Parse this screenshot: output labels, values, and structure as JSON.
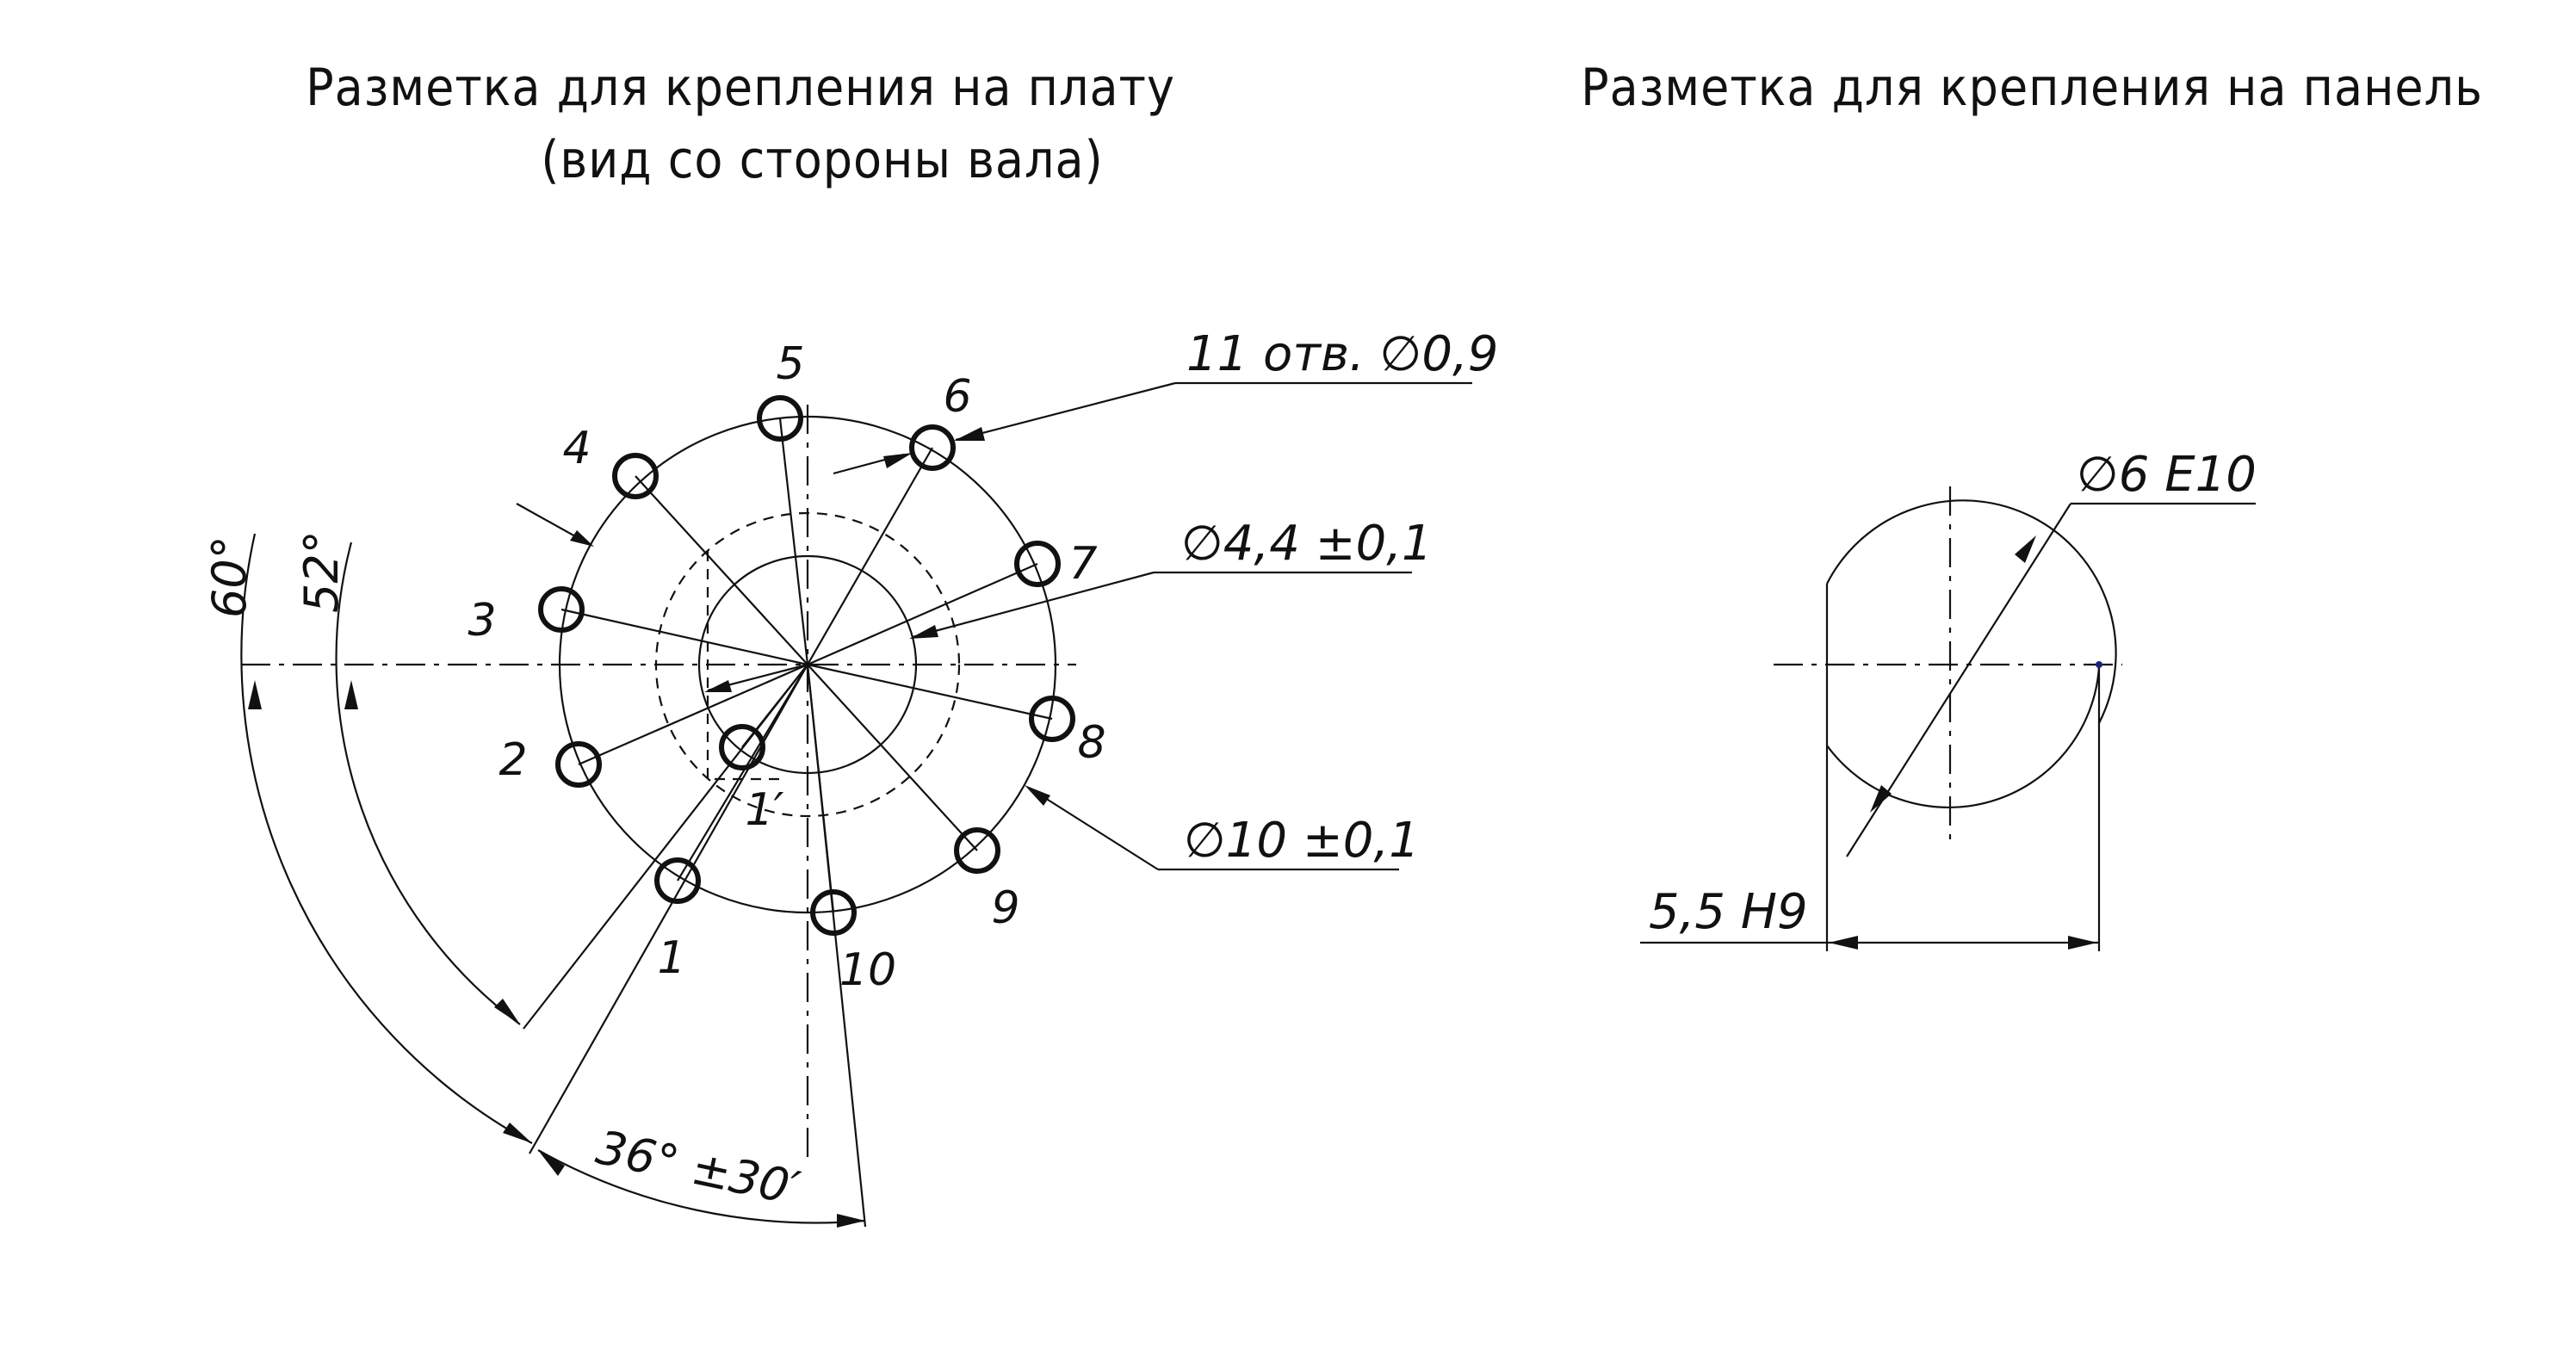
{
  "left_view": {
    "title_line1": "Разметка для крепления на плату",
    "title_line2": "(вид со стороны вала)",
    "holes_label": "11 отв. ∅0,9",
    "inner_dia_label": "∅4,4 ±0,1",
    "outer_dia_label": "∅10 ±0,1",
    "angle_60": "60°",
    "angle_52": "52°",
    "angle_36": "36° ±30′",
    "hole_numbers": [
      "1",
      "2",
      "3",
      "4",
      "5",
      "6",
      "7",
      "8",
      "9",
      "10",
      "1′"
    ]
  },
  "right_view": {
    "title": "Разметка для крепления на панель",
    "dia_label": "∅6 E10",
    "flat_label": "5,5 H9"
  }
}
